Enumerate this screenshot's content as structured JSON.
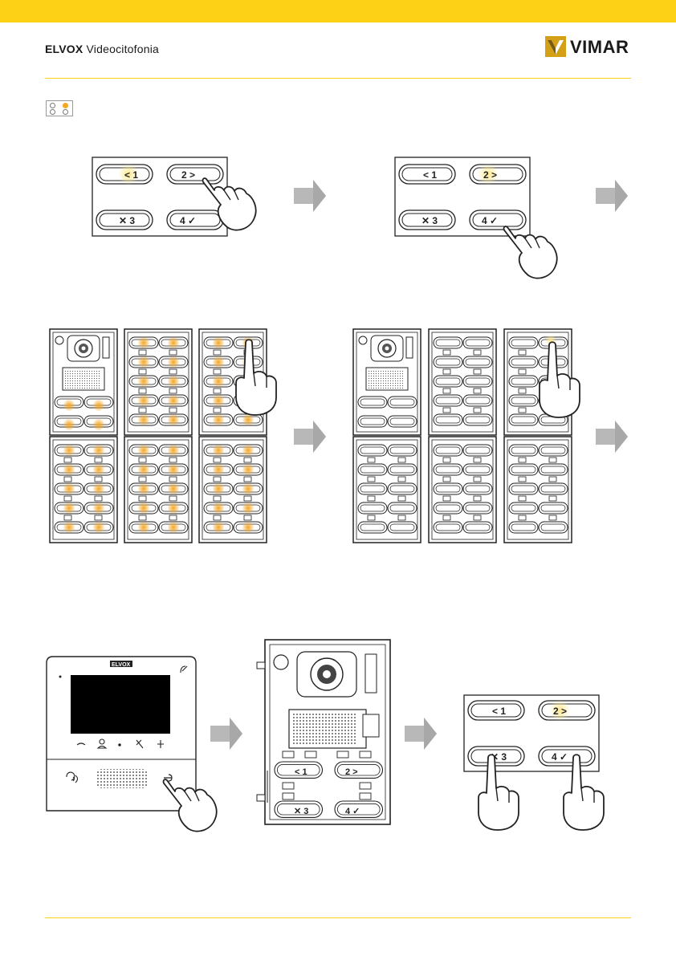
{
  "header": {
    "brand_bold": "ELVOX",
    "brand_light": "Videocitofonia",
    "logo_text": "VIMAR"
  },
  "keypad": {
    "keys": [
      "1",
      "2",
      "3",
      "4"
    ]
  },
  "monitor": {
    "logo": "ELVOX"
  },
  "colors": {
    "accent": "#fcd116",
    "led_orange": "#f5a623",
    "led_yellow": "#fde88c",
    "arrow_gray": "#b8b8b8"
  },
  "icons": [
    "arrow-left-icon",
    "arrow-right-icon",
    "cross-icon",
    "check-icon",
    "hand-pointer-icon",
    "arrow-step-icon"
  ]
}
